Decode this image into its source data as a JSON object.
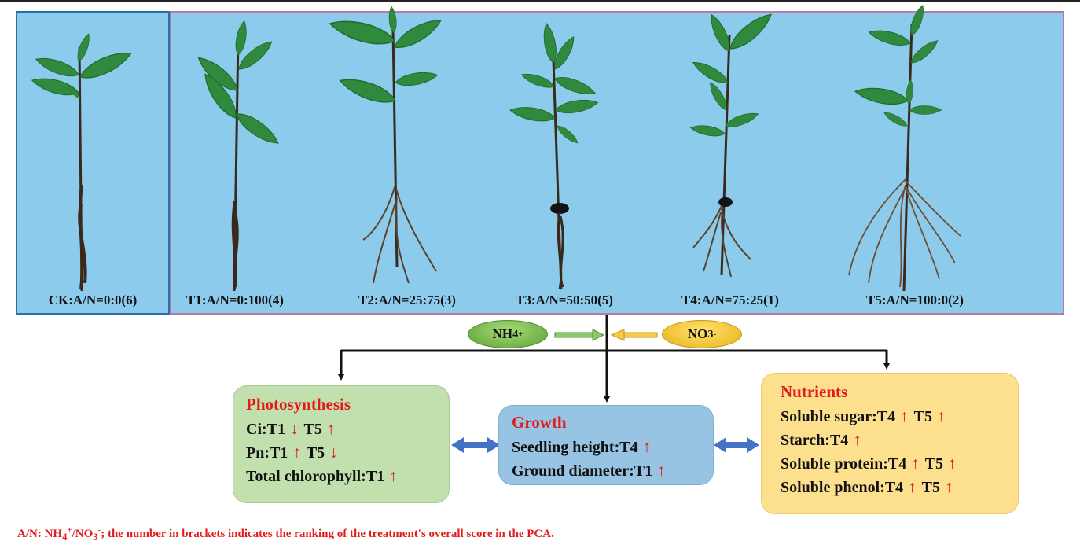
{
  "panels": {
    "plants": [
      {
        "label": "CK:A/N=0:0(6)"
      },
      {
        "label": "T1:A/N=0:100(4)"
      },
      {
        "label": "T2:A/N=25:75(3)"
      },
      {
        "label": "T3:A/N=50:50(5)"
      },
      {
        "label": "T4:A/N=75:25(1)"
      },
      {
        "label": "T5:A/N=100:0(2)"
      }
    ]
  },
  "ions": {
    "nh4": {
      "base": "NH",
      "sub": "4",
      "sup": "+"
    },
    "no3": {
      "base": "NO",
      "sub": "3",
      "sup": "-"
    }
  },
  "photosynthesis": {
    "title": "Photosynthesis",
    "rows": [
      {
        "a_label": "Ci:T1",
        "a_arrow": "↓",
        "b_label": "T5",
        "b_arrow": "↑"
      },
      {
        "a_label": "Pn:T1",
        "a_arrow": "↑",
        "b_label": "T5",
        "b_arrow": "↓"
      },
      {
        "a_label": "Total chlorophyll:T1",
        "a_arrow": "↑"
      }
    ]
  },
  "growth": {
    "title": "Growth",
    "rows": [
      {
        "a_label": "Seedling height:T4",
        "a_arrow": "↑"
      },
      {
        "a_label": "Ground diameter:T1",
        "a_arrow": "↑"
      }
    ]
  },
  "nutrients": {
    "title": "Nutrients",
    "rows": [
      {
        "a_label": "Soluble sugar:T4",
        "a_arrow": "↑",
        "b_label": "T5",
        "b_arrow": "↑"
      },
      {
        "a_label": "Starch:T4",
        "a_arrow": "↑"
      },
      {
        "a_label": "Soluble protein:T4",
        "a_arrow": "↑",
        "b_label": "T5",
        "b_arrow": "↑"
      },
      {
        "a_label": "Soluble phenol:T4",
        "a_arrow": "↑",
        "b_label": "T5",
        "b_arrow": "↑"
      }
    ]
  },
  "footnote": {
    "prefix": "A/N: NH",
    "sub1": "4",
    "sup1": "+",
    "mid": "/NO",
    "sub2": "3",
    "sup2": "-",
    "suffix": "; the number in brackets indicates the ranking of the treatment's overall score in the PCA."
  },
  "colors": {
    "panel_bg": "#8ccbeb",
    "ck_border": "#2a6fa8",
    "treat_border": "#b77aa8",
    "title_red": "#e31a1a",
    "photosynthesis_bg": "#c2dfae",
    "growth_bg": "#98c4e4",
    "nutrients_bg": "#fde08d",
    "nh4_green": "#5da234",
    "no3_yellow": "#e8b01c",
    "double_arrow_blue": "#4472c4"
  }
}
